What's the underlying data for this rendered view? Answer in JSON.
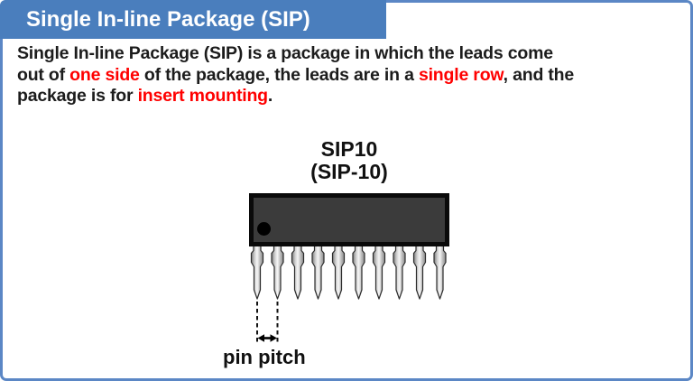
{
  "header": {
    "title": "Single In-line Package (SIP)"
  },
  "description": {
    "lines": [
      {
        "segments": [
          {
            "text": "Single In-line Package (SIP) is a package in which the leads come",
            "em": false
          }
        ]
      },
      {
        "segments": [
          {
            "text": "out of ",
            "em": false
          },
          {
            "text": "one side",
            "em": true
          },
          {
            "text": " of the package, the leads are in a ",
            "em": false
          },
          {
            "text": "single row",
            "em": true
          },
          {
            "text": ", and the",
            "em": false
          }
        ]
      },
      {
        "segments": [
          {
            "text": "package is for ",
            "em": false
          },
          {
            "text": "insert mounting",
            "em": true
          },
          {
            "text": ".",
            "em": false
          }
        ]
      }
    ]
  },
  "diagram": {
    "title_line1": "SIP10",
    "title_line2": "(SIP-10)",
    "pin_count": 10,
    "pitch_label": "pin pitch"
  },
  "colors": {
    "banner": "#4A7EBD",
    "frame_border": "#5B87C5",
    "accent_red": "#FF0000",
    "chip_fill": "#3B3B3B",
    "chip_outline": "#0A0A0A",
    "pin_outline": "#2B2B2B"
  }
}
